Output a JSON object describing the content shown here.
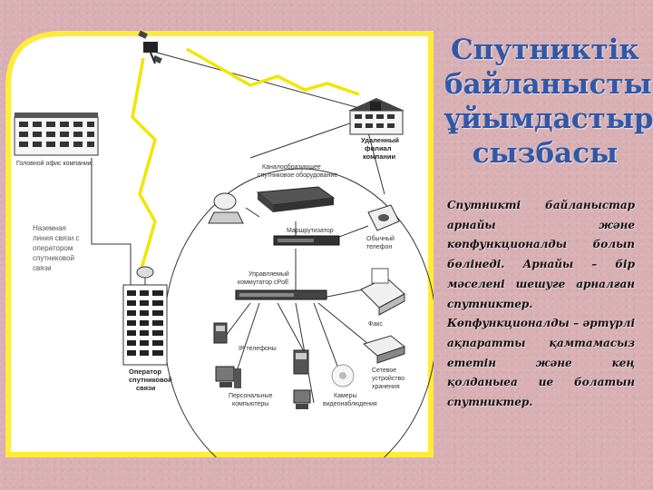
{
  "title": {
    "lines": [
      "Спутниктік",
      "байланысты",
      "ұйымдастыру",
      "сызбасы"
    ]
  },
  "body_text": "Спутникті байланыстар арнайы және көпфункционалды болып бөлінеді. Арнайы – бір мәселені шешуге арналған спутниктер. Көпфункционалды – әртүрлі ақпаратты қамтамасыз ететін және кең қолданыеа ие болатын спутниктер.",
  "diagram": {
    "labels": {
      "head_office": "Головной офис компании",
      "remote_branch": [
        "Удаленный",
        "филиал",
        "компании"
      ],
      "ground_line": [
        "Наземная",
        "линия связи с",
        "оператором",
        "спутниковой",
        "связи"
      ],
      "operator": [
        "Оператор",
        "спутниковой",
        "связи"
      ],
      "channel_equipment": [
        "Каналообразующее",
        "спутниковое оборудование"
      ],
      "router": "Маршрутизатор",
      "managed_switch": [
        "Управляемый",
        "коммутатор сPoE"
      ],
      "phone": [
        "Обычный",
        "телефон"
      ],
      "fax": "Факс",
      "ip_phones": "IP телефоны",
      "network_storage": [
        "Сетевое",
        "устройство",
        "хранения"
      ],
      "personal_computers": [
        "Персональные",
        "компьютеры"
      ],
      "cameras": [
        "Камеры",
        "видеонаблюдения"
      ]
    }
  },
  "colors": {
    "title": "#2f58a8",
    "frame": "#ffeb3b",
    "lightning": "#f2e600",
    "background": "#d8b0b4"
  }
}
